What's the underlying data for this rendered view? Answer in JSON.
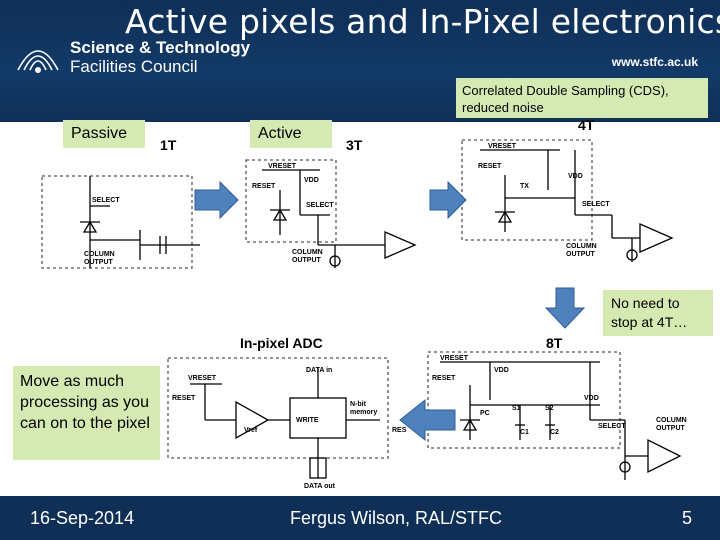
{
  "title": "Active pixels and In-Pixel electronics",
  "org": {
    "line1": "Science & Technology",
    "line2": "Facilities Council",
    "url": "www.stfc.ac.uk"
  },
  "callouts": {
    "cds": "Correlated Double Sampling (CDS), reduced noise",
    "passive": "Passive",
    "active": "Active",
    "no_need": "No need to stop at 4T…",
    "move_much": "Move as much processing as you can on to the pixel"
  },
  "schematics": {
    "t1": "1T",
    "t3": "3T",
    "t4": "4T",
    "t8": "8T",
    "adc_title": "In-pixel ADC",
    "select": "SELECT",
    "reset": "RESET",
    "vdd": "VDD",
    "vreset": "VRESET",
    "column": "COLUMN",
    "output": "OUTPUT",
    "tx": "TX",
    "pc": "PC",
    "s1": "S1",
    "s2": "S2",
    "c1": "C1",
    "c2": "C2",
    "data_in": "DATA in",
    "data_out": "DATA out",
    "write": "WRITE",
    "mem1": "N-bit",
    "mem2": "memory",
    "vref": "Vref",
    "res": "RES"
  },
  "footer": {
    "date": "16-Sep-2014",
    "author": "Fergus Wilson, RAL/STFC",
    "page": "5"
  },
  "colors": {
    "header": "#0f2f56",
    "callout": "#d5e9b3",
    "arrow": "#4f81bd"
  }
}
